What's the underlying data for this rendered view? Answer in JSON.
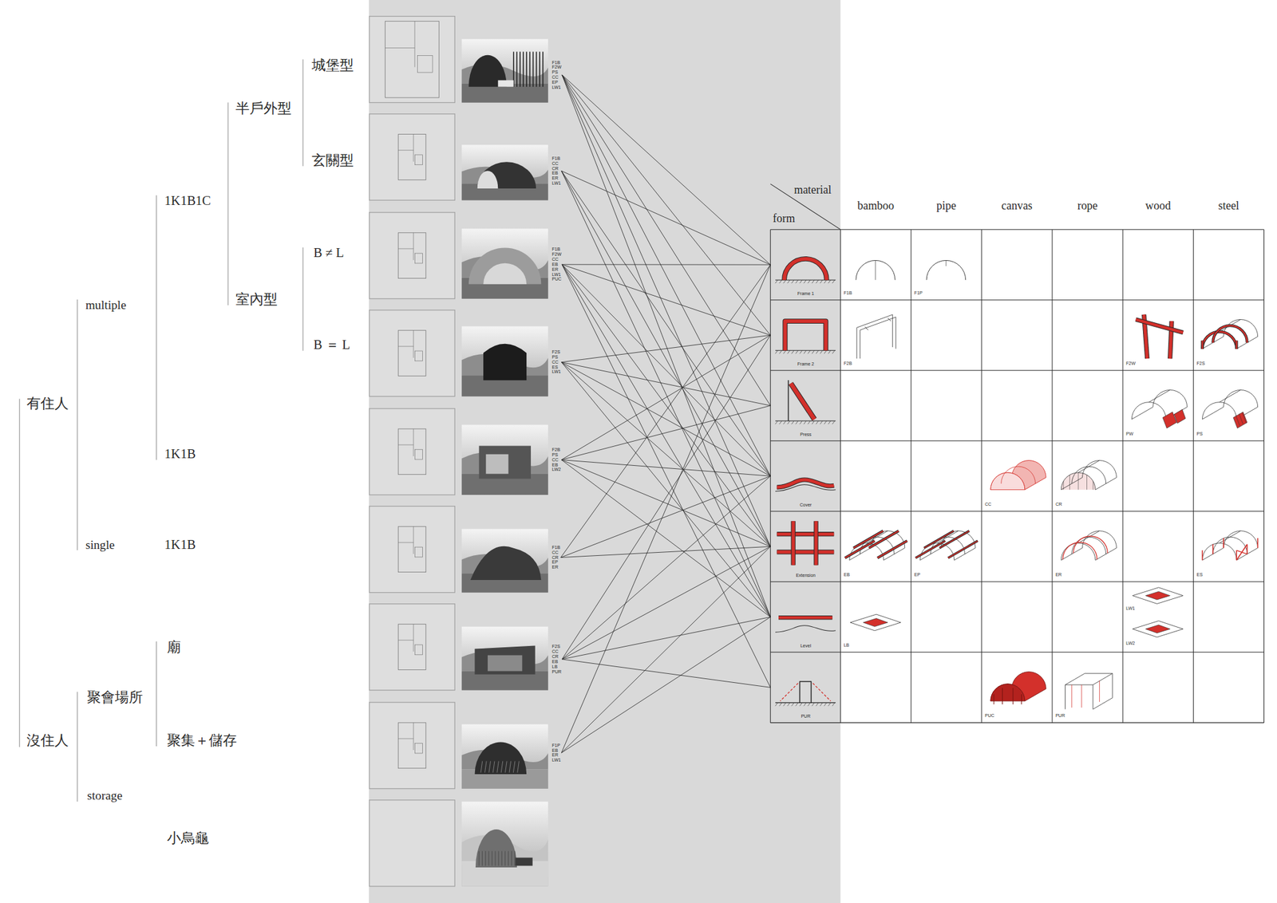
{
  "diagram": {
    "nodes": [
      {
        "text": [
          "F1B F2W PS CC EP LW1"
        ]
      },
      {
        "text": [
          "F1B CC CR EB ER LW1"
        ]
      },
      {
        "text": [
          "F1B F2W CC EB ER LW1 PUC"
        ]
      },
      {
        "text": [
          "F2S PS CC ES LW1"
        ]
      },
      {
        "text": [
          "F2B PS CC EB LW2"
        ]
      },
      {
        "text": [
          "F1B CC CR EP ER"
        ]
      },
      {
        "text": [
          "F2S CC CR EB LB PUR"
        ]
      },
      {
        "text": [
          "F1P EB ER LW1"
        ]
      },
      {
        "text": [
          "Frame 1"
        ]
      },
      {
        "text": [
          "Frame 2"
        ]
      },
      {
        "text": [
          "Press"
        ]
      },
      {
        "text": [
          "Cover"
        ]
      },
      {
        "text": [
          "Extension"
        ]
      },
      {
        "text": [
          "Level"
        ]
      },
      {
        "text": [
          "PUR"
        ]
      }
    ],
    "edges": [
      {
        "from": 0,
        "to": 8,
        "arrow": "none"
      },
      {
        "from": 0,
        "to": 9,
        "arrow": "none"
      },
      {
        "from": 0,
        "to": 10,
        "arrow": "none"
      },
      {
        "from": 0,
        "to": 11,
        "arrow": "none"
      },
      {
        "from": 0,
        "to": 12,
        "arrow": "none"
      },
      {
        "from": 0,
        "to": 13,
        "arrow": "none"
      },
      {
        "from": 1,
        "to": 8,
        "arrow": "none"
      },
      {
        "from": 1,
        "to": 11,
        "arrow": "none"
      },
      {
        "from": 1,
        "to": 12,
        "arrow": "none"
      },
      {
        "from": 1,
        "to": 13,
        "arrow": "none"
      },
      {
        "from": 2,
        "to": 8,
        "arrow": "none"
      },
      {
        "from": 2,
        "to": 9,
        "arrow": "none"
      },
      {
        "from": 2,
        "to": 11,
        "arrow": "none"
      },
      {
        "from": 2,
        "to": 12,
        "arrow": "none"
      },
      {
        "from": 2,
        "to": 13,
        "arrow": "none"
      },
      {
        "from": 2,
        "to": 14,
        "arrow": "none"
      },
      {
        "from": 3,
        "to": 9,
        "arrow": "none"
      },
      {
        "from": 3,
        "to": 10,
        "arrow": "none"
      },
      {
        "from": 3,
        "to": 11,
        "arrow": "none"
      },
      {
        "from": 3,
        "to": 12,
        "arrow": "none"
      },
      {
        "from": 3,
        "to": 13,
        "arrow": "none"
      },
      {
        "from": 4,
        "to": 9,
        "arrow": "none"
      },
      {
        "from": 4,
        "to": 10,
        "arrow": "none"
      },
      {
        "from": 4,
        "to": 11,
        "arrow": "none"
      },
      {
        "from": 4,
        "to": 12,
        "arrow": "none"
      },
      {
        "from": 4,
        "to": 13,
        "arrow": "none"
      },
      {
        "from": 5,
        "to": 8,
        "arrow": "none"
      },
      {
        "from": 5,
        "to": 11,
        "arrow": "none"
      },
      {
        "from": 5,
        "to": 12,
        "arrow": "none"
      },
      {
        "from": 6,
        "to": 9,
        "arrow": "none"
      },
      {
        "from": 6,
        "to": 11,
        "arrow": "none"
      },
      {
        "from": 6,
        "to": 12,
        "arrow": "none"
      },
      {
        "from": 6,
        "to": 13,
        "arrow": "none"
      },
      {
        "from": 6,
        "to": 14,
        "arrow": "none"
      },
      {
        "from": 7,
        "to": 8,
        "arrow": "none"
      },
      {
        "from": 7,
        "to": 12,
        "arrow": "none"
      },
      {
        "from": 7,
        "to": 13,
        "arrow": "none"
      }
    ],
    "labels": [
      "有住人",
      "multiple",
      "1K1B1C",
      "半戶外型",
      "城堡型",
      "玄關型",
      "室內型",
      "B ≠ L",
      "B ＝ L",
      "1K1B",
      "single",
      "1K1B",
      "沒住人",
      "聚會場所",
      "廟",
      "聚集＋儲存",
      "storage",
      "小烏龜",
      "material",
      "form",
      "bamboo",
      "pipe",
      "canvas",
      "rope",
      "wood",
      "steel",
      "F1B",
      "F1P",
      "F2B",
      "F2W",
      "F2S",
      "PW",
      "PS",
      "CC",
      "CR",
      "EB",
      "EP",
      "ER",
      "ES",
      "LB",
      "LW1",
      "LW2",
      "PUC",
      "PUR"
    ]
  }
}
